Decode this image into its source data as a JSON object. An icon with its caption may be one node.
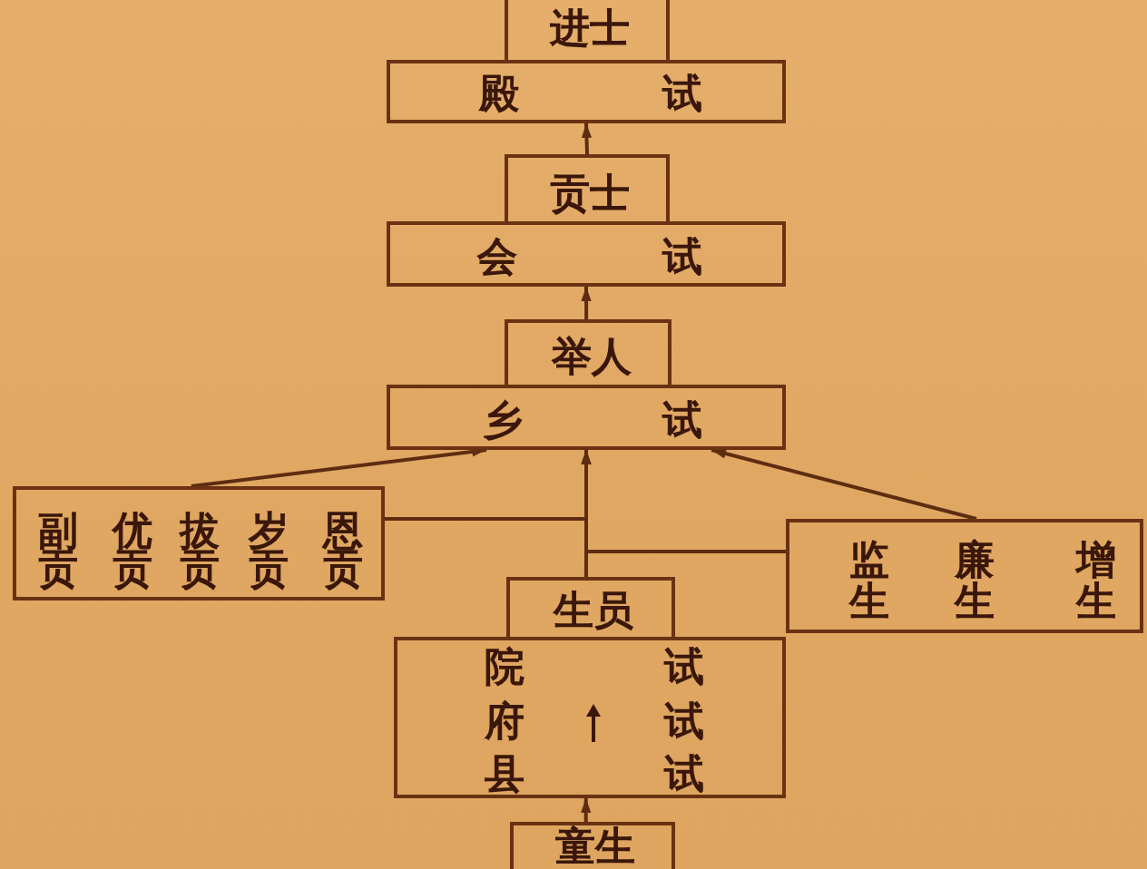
{
  "diagram": {
    "nodes": [
      {
        "text": [
          "进士"
        ]
      },
      {
        "text": [
          "殿试"
        ]
      },
      {
        "text": [
          "贡士"
        ]
      },
      {
        "text": [
          "会试"
        ]
      },
      {
        "text": [
          "举人"
        ]
      },
      {
        "text": [
          "乡试"
        ]
      },
      {
        "text": [
          "副贡",
          "优贡",
          "拔贡",
          "岁贡",
          "恩贡"
        ]
      },
      {
        "text": [
          "监生",
          "廉生",
          "增生"
        ]
      },
      {
        "text": [
          "生员"
        ]
      },
      {
        "text": [
          "院府县",
          "试试试"
        ]
      },
      {
        "text": [
          "童生"
        ]
      }
    ],
    "edges": [
      {
        "from": 2,
        "to": 1,
        "arrow": "to"
      },
      {
        "from": 4,
        "to": 3,
        "arrow": "to"
      },
      {
        "from": 6,
        "to": 5,
        "arrow": "to"
      },
      {
        "from": 7,
        "to": 5,
        "arrow": "to"
      },
      {
        "from": 8,
        "to": 5,
        "arrow": "to"
      },
      {
        "from": 6,
        "to": 5,
        "arrow": "to"
      },
      {
        "from": 7,
        "to": 5,
        "arrow": "to"
      },
      {
        "from": 10,
        "to": 9,
        "arrow": "to"
      }
    ]
  }
}
